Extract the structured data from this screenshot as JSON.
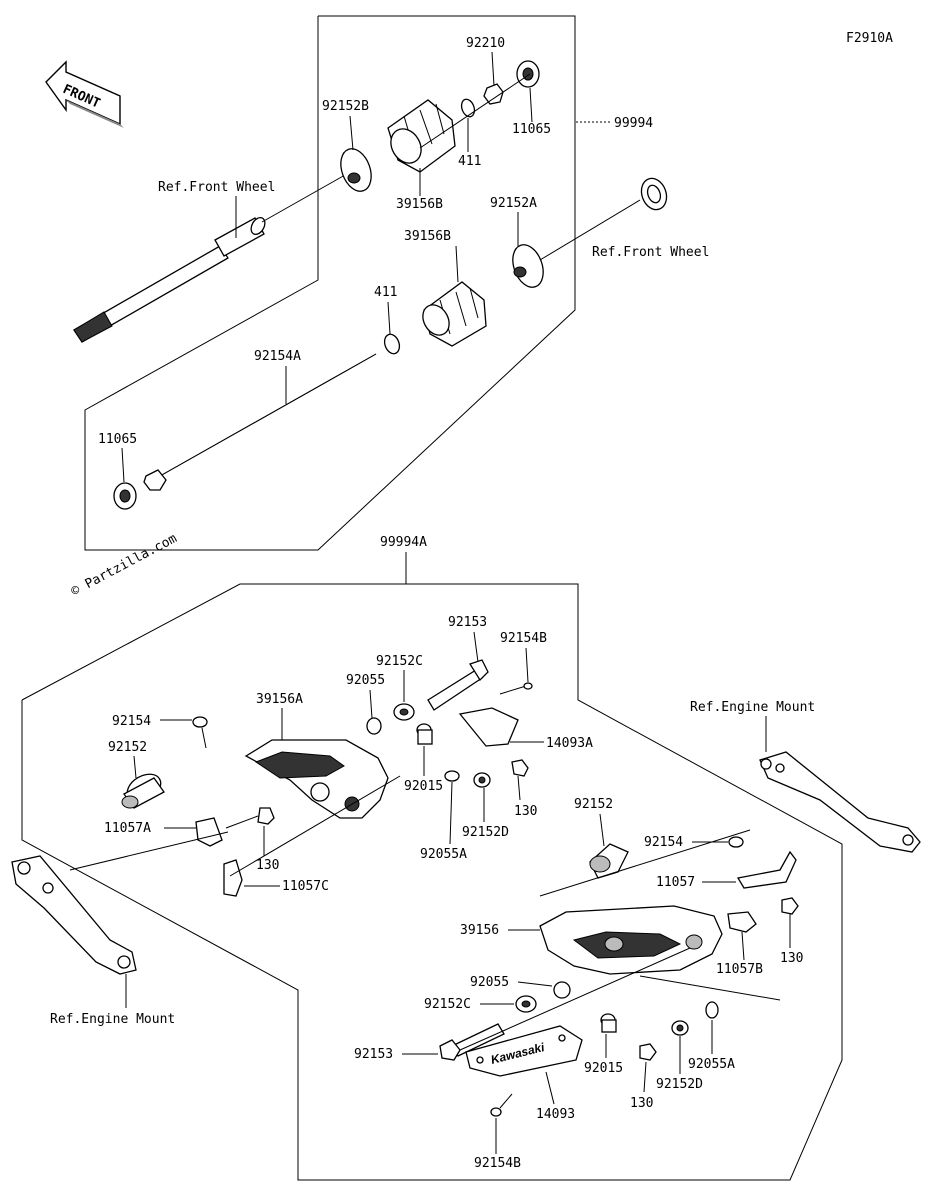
{
  "diagram": {
    "code": "F2910A",
    "direction_label": "FRONT",
    "watermark": "© Partzilla.com"
  },
  "labels": {
    "p92210": "92210",
    "p92152B": "92152B",
    "p11065_top": "11065",
    "p99994": "99994",
    "p411_top": "411",
    "p39156B_top": "39156B",
    "p92152A": "92152A",
    "p39156B_mid": "39156B",
    "ref_front_wheel_left": "Ref.Front Wheel",
    "ref_front_wheel_right": "Ref.Front Wheel",
    "p411_mid": "411",
    "p92154A": "92154A",
    "p11065_left": "11065",
    "p99994A": "99994A",
    "p92153_top": "92153",
    "p92154B_top": "92154B",
    "p92152C_top": "92152C",
    "p92055_top": "92055",
    "p39156A": "39156A",
    "p92154_left": "92154",
    "p92152_left": "92152",
    "p14093A": "14093A",
    "p92015_top": "92015",
    "p130_a": "130",
    "p92055A_top": "92055A",
    "p92152D_top": "92152D",
    "p11057A": "11057A",
    "p130_b": "130",
    "p11057C": "11057C",
    "ref_engine_mount_right": "Ref.Engine Mount",
    "p92152_right": "92152",
    "p92154_right": "92154",
    "p11057": "11057",
    "p39156": "39156",
    "p11057B": "11057B",
    "p130_c": "130",
    "p92055_bot": "92055",
    "p92152C_bot": "92152C",
    "p92153_bot": "92153",
    "p92015_bot": "92015",
    "p92055A_bot": "92055A",
    "p92152D_bot": "92152D",
    "p130_d": "130",
    "p14093": "14093",
    "p92154B_bot": "92154B",
    "ref_engine_mount_left": "Ref.Engine Mount",
    "kawasaki_logo": "Kawasaki"
  }
}
